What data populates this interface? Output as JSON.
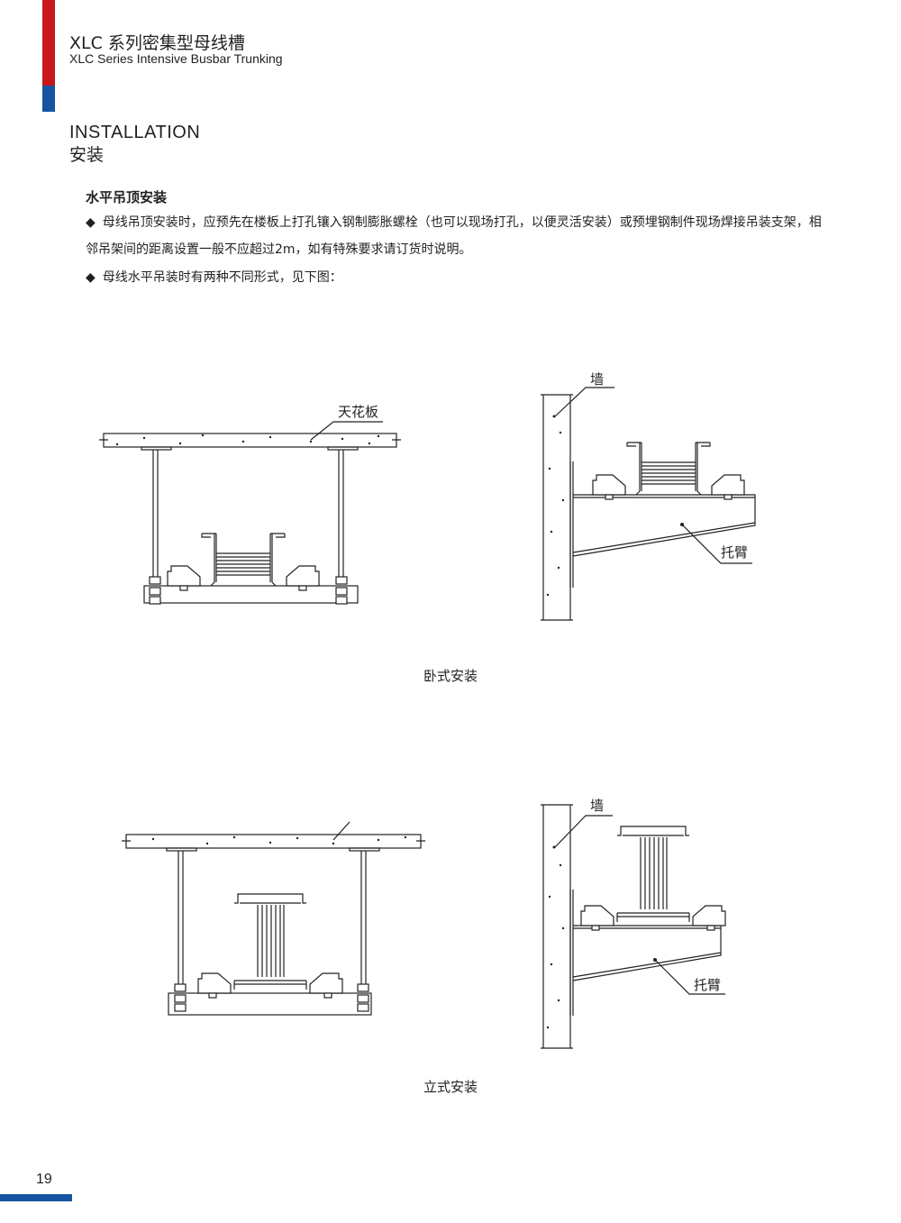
{
  "header": {
    "title": "XLC 系列密集型母线槽",
    "subtitle": "XLC Series Intensive Busbar Trunking",
    "accent_red": "#c8161e",
    "accent_blue": "#1554a0"
  },
  "section": {
    "title_en": "INSTALLATION",
    "title_cn": "安装"
  },
  "content": {
    "heading": "水平吊顶安装",
    "bullet_symbol": "◆",
    "paragraph1": "母线吊顶安装时，应预先在楼板上打孔镶入钢制膨胀螺栓（也可以现场打孔，以便灵活安装）或预埋钢制件现场焊接吊装支架，相邻吊架间的距离设置一般不应超过2m，如有特殊要求请订货时说明。",
    "paragraph2": "母线水平吊装时有两种不同形式，见下图："
  },
  "figures": {
    "ceiling_label": "天花板",
    "wall_label_1": "墙",
    "bracket_label_1": "托臂",
    "caption_1": "卧式安装",
    "wall_label_2": "墙",
    "bracket_label_2": "托臂",
    "caption_2": "立式安装"
  },
  "footer": {
    "page_number": "19"
  }
}
